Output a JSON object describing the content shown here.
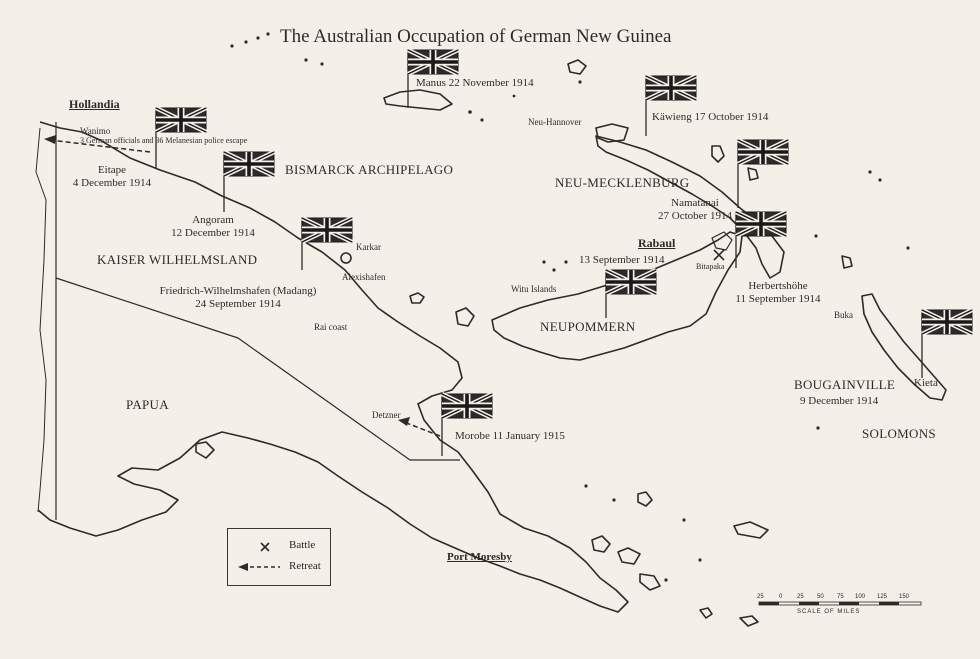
{
  "title": "The Australian Occupation of German New Guinea",
  "colors": {
    "ink": "#2e2a26",
    "paper": "#f4f0e8",
    "flag_blue": "#2c2a2a"
  },
  "regions": {
    "bismarck": "BISMARCK ARCHIPELAGO",
    "kaiser": "KAISER WILHELMSLAND",
    "papua": "PAPUA",
    "neumecklenburg": "NEU-MECKLENBURG",
    "neupommern": "NEUPOMMERN",
    "solomons": "SOLOMONS",
    "bougainville": "BOUGAINVILLE",
    "neuhannover": "Neu-Hannover",
    "witu": "Witu Islands",
    "karkar": "Karkar",
    "alexishafen": "Alexishafen",
    "rai": "Rai coast",
    "detzner": "Detzner",
    "buka": "Buka",
    "bitapaka": "Bitapaka"
  },
  "places": {
    "hollandia": "Hollandia",
    "rabaul": "Rabaul",
    "port_moresby": "Port Moresby",
    "wanimo": "Wanimo",
    "wanimo_note": "3 German officials and 36 Melanesian police escape"
  },
  "occupations": {
    "manus": "Manus 22 November 1914",
    "kavieng": "Käwieng 17 October 1914",
    "namatanai": [
      "Namatanai",
      "27 October 1914"
    ],
    "rabaul_date": "13 September 1914",
    "herbertshohe": [
      "Herbertshöhe",
      "11 September 1914"
    ],
    "eitape": [
      "Eitape",
      "4 December 1914"
    ],
    "angoram": [
      "Angoram",
      "12 December 1914"
    ],
    "madang": [
      "Friedrich-Wilhelmshafen (Madang)",
      "24 September 1914"
    ],
    "morobe": "Morobe 11 January 1915",
    "kieta": "Kieta",
    "bougainville_date": "9 December 1914"
  },
  "legend": {
    "battle": "Battle",
    "retreat": "Retreat"
  },
  "scale": {
    "ticks": [
      "25",
      "0",
      "25",
      "50",
      "75",
      "100",
      "125",
      "150"
    ],
    "label": "SCALE OF MILES"
  },
  "flag_icon": "union-jack-flag-icon"
}
